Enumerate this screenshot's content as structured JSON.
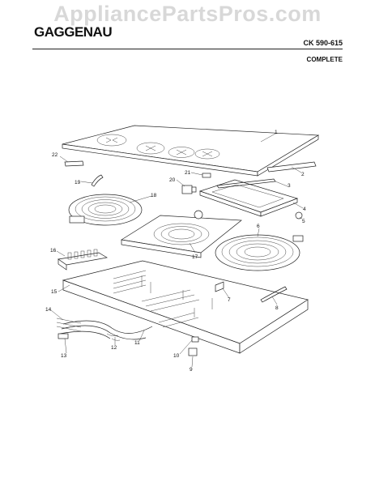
{
  "watermark": "AppliancePartsPros.com",
  "header": {
    "brand": "GAGGENAU",
    "model": "CK 590-615",
    "subtitle": "COMPLETE"
  },
  "callouts": [
    "1",
    "2",
    "3",
    "4",
    "5",
    "6",
    "7",
    "8",
    "9",
    "10",
    "11",
    "12",
    "13",
    "14",
    "15",
    "16",
    "17",
    "18",
    "19",
    "20",
    "21",
    "22"
  ]
}
